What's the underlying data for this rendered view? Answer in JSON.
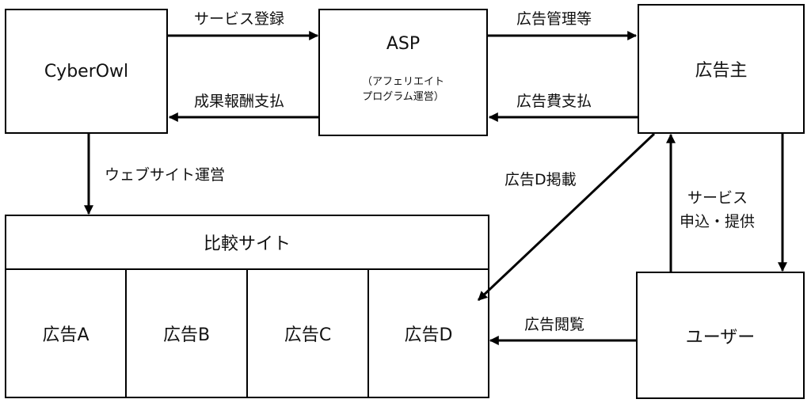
{
  "nodes": {
    "cyberowl": "CyberOwl",
    "asp": "ASP",
    "asp_sub_line1": "（アフェリエイト",
    "asp_sub_line2": "プログラム運営）",
    "advertiser": "広告主",
    "comparison_site": "比較サイト",
    "ad_a": "広告A",
    "ad_b": "広告B",
    "ad_c": "広告C",
    "ad_d": "広告D",
    "user": "ユーザー"
  },
  "edges": {
    "service_registration": "サービス登録",
    "reward_payment": "成果報酬支払",
    "ad_management": "広告管理等",
    "ad_fee_payment": "広告費支払",
    "website_operation": "ウェブサイト運営",
    "ad_d_posting": "広告D掲載",
    "service_line1": "サービス",
    "service_line2": "申込・提供",
    "ad_viewing": "広告閲覧"
  }
}
